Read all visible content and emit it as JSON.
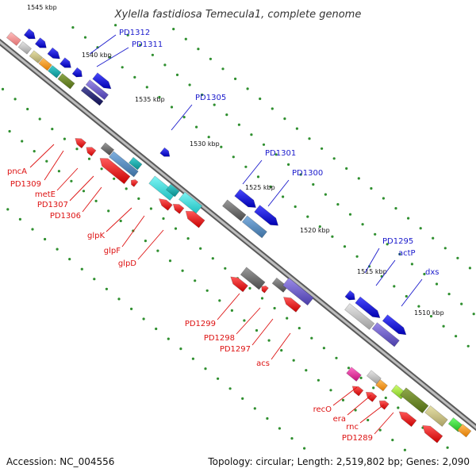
{
  "title": "Xylella fastidiosa Temecula1, complete genome",
  "footer": {
    "accession": "Accession: NC_004556",
    "topology": "Topology: circular; Length: 2,519,802 bp; Genes: 2,090"
  },
  "colors": {
    "forward_label": "#1a1acc",
    "reverse_label": "#dd1111",
    "backbone": "#888888",
    "tick": "#2f8f2f"
  },
  "ticks": [
    "1545 kbp",
    "1540 kbp",
    "1535 kbp",
    "1530 kbp",
    "1525 kbp",
    "1520 kbp",
    "1515 kbp",
    "1510 kbp"
  ],
  "forward_labels": [
    "PD1312",
    "PD1311",
    "PD1305",
    "PD1301",
    "PD1300",
    "PD1295",
    "actP",
    "dxs"
  ],
  "reverse_labels": [
    "pncA",
    "PD1309",
    "metE",
    "PD1307",
    "PD1306",
    "glpK",
    "glpF",
    "glpD",
    "PD1299",
    "PD1298",
    "PD1297",
    "acs",
    "recO",
    "era",
    "rnc",
    "PD1289"
  ]
}
